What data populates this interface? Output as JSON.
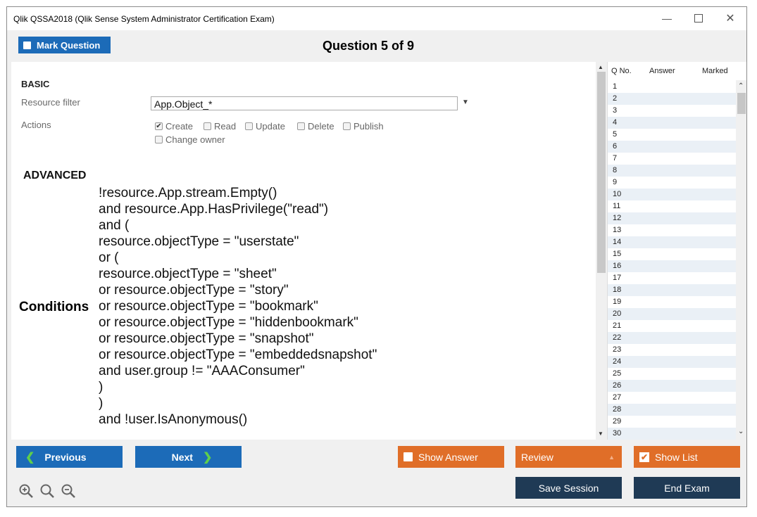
{
  "window": {
    "title": "Qlik QSSA2018 (Qlik Sense System Administrator Certification Exam)"
  },
  "header": {
    "mark_label": "Mark Question",
    "question_number": "Question 5 of 9"
  },
  "basic": {
    "heading": "BASIC",
    "resource_filter_label": "Resource filter",
    "resource_filter_value": "App.Object_*",
    "actions_label": "Actions",
    "actions": [
      {
        "label": "Create",
        "checked": true
      },
      {
        "label": "Read",
        "checked": false
      },
      {
        "label": "Update",
        "checked": false
      },
      {
        "label": "Delete",
        "checked": false
      },
      {
        "label": "Publish",
        "checked": false
      },
      {
        "label": "Change owner",
        "checked": false
      }
    ]
  },
  "advanced": {
    "heading": "ADVANCED",
    "conditions_label": "Conditions",
    "lines": [
      "!resource.App.stream.Empty()",
      "and resource.App.HasPrivilege(\"read\")",
      "and (",
      "resource.objectType = \"userstate\"",
      "or (",
      "resource.objectType = \"sheet\"",
      "or resource.objectType = \"story\"",
      "or resource.objectType = \"bookmark\"",
      "or resource.objectType = \"hiddenbookmark\"",
      "or resource.objectType = \"snapshot\"",
      "or resource.objectType = \"embeddedsnapshot\"",
      "and user.group != \"AAAConsumer\"",
      ")",
      ")",
      "and !user.IsAnonymous()"
    ]
  },
  "question_list": {
    "col_qno": "Q No.",
    "col_answer": "Answer",
    "col_marked": "Marked",
    "numbers": [
      "1",
      "2",
      "3",
      "4",
      "5",
      "6",
      "7",
      "8",
      "9",
      "10",
      "11",
      "12",
      "13",
      "14",
      "15",
      "16",
      "17",
      "18",
      "19",
      "20",
      "21",
      "22",
      "23",
      "24",
      "25",
      "26",
      "27",
      "28",
      "29",
      "30"
    ]
  },
  "buttons": {
    "previous": "Previous",
    "next": "Next",
    "show_answer": "Show Answer",
    "review": "Review",
    "show_list": "Show List",
    "save_session": "Save Session",
    "end_exam": "End Exam"
  },
  "colors": {
    "primary_blue": "#1c6bb8",
    "orange": "#e06e28",
    "dark_navy": "#1f3a55",
    "chevron_green": "#5fcf4b"
  }
}
